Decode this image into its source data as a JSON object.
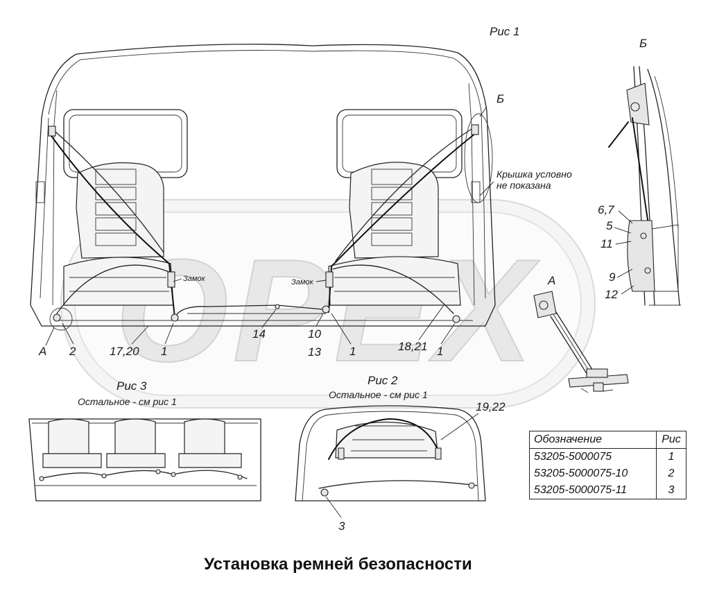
{
  "watermark": {
    "text": "OPEX"
  },
  "views": {
    "fig1": {
      "caption": "Рис 1"
    },
    "fig2": {
      "caption": "Рис 2",
      "note": "Остальное - см рис 1"
    },
    "fig3": {
      "caption": "Рис 3",
      "note": "Остальное - см рис 1"
    },
    "detail_b": {
      "caption": "Б"
    },
    "detail_a": {
      "caption": "А"
    }
  },
  "annotations": {
    "lock_left": "Замок",
    "lock_right": "Замок",
    "cover_note_line1": "Крышка условно",
    "cover_note_line2": "не показана",
    "marker_a": "А",
    "marker_b": "Б"
  },
  "callouts": {
    "p2": "2",
    "p17_20": "17,20",
    "p1_left": "1",
    "p14": "14",
    "p10": "10",
    "p13": "13",
    "p1_mid": "1",
    "p18_21": "18,21",
    "p1_right": "1",
    "p6_7": "6,7",
    "p5": "5",
    "p11": "11",
    "p9": "9",
    "p12": "12",
    "p19_22": "19,22",
    "p3": "3"
  },
  "table": {
    "headers": [
      "Обозначение",
      "Рис"
    ],
    "rows": [
      {
        "code": "53205-5000075",
        "fig": "1"
      },
      {
        "code": "53205-5000075-10",
        "fig": "2"
      },
      {
        "code": "53205-5000075-11",
        "fig": "3"
      }
    ]
  },
  "title": "Установка ремней безопасности"
}
